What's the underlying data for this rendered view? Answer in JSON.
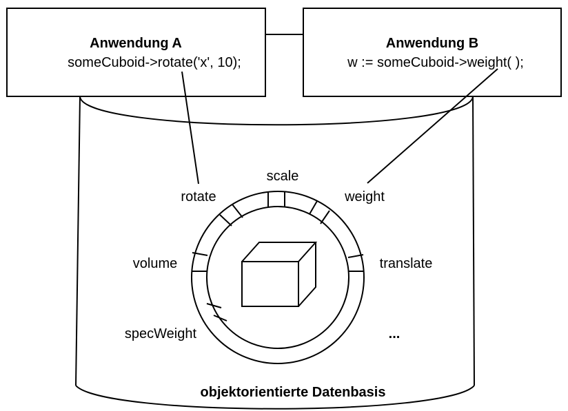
{
  "app_a": {
    "title": "Anwendung A",
    "code": "someCuboid->rotate('x', 10);"
  },
  "app_b": {
    "title": "Anwendung B",
    "code": "w := someCuboid->weight( );"
  },
  "methods": {
    "scale": "scale",
    "rotate": "rotate",
    "weight": "weight",
    "volume": "volume",
    "translate": "translate",
    "specWeight": "specWeight",
    "more": "..."
  },
  "database_label": "objektorientierte Datenbasis"
}
